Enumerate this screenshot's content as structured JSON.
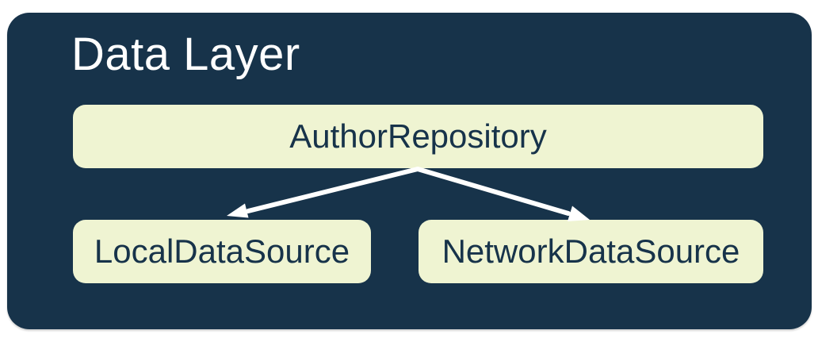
{
  "diagram": {
    "title": "Data Layer",
    "nodes": {
      "repository": {
        "label": "AuthorRepository"
      },
      "local": {
        "label": "LocalDataSource"
      },
      "network": {
        "label": "NetworkDataSource"
      }
    },
    "edges": [
      {
        "from": "AuthorRepository",
        "to": "LocalDataSource"
      },
      {
        "from": "AuthorRepository",
        "to": "NetworkDataSource"
      }
    ],
    "colors": {
      "page_bg": "#ffffff",
      "container_bg": "#17334a",
      "node_bg": "#eff4d2",
      "node_text": "#17334a",
      "title_text": "#ffffff",
      "arrow": "#ffffff"
    }
  }
}
